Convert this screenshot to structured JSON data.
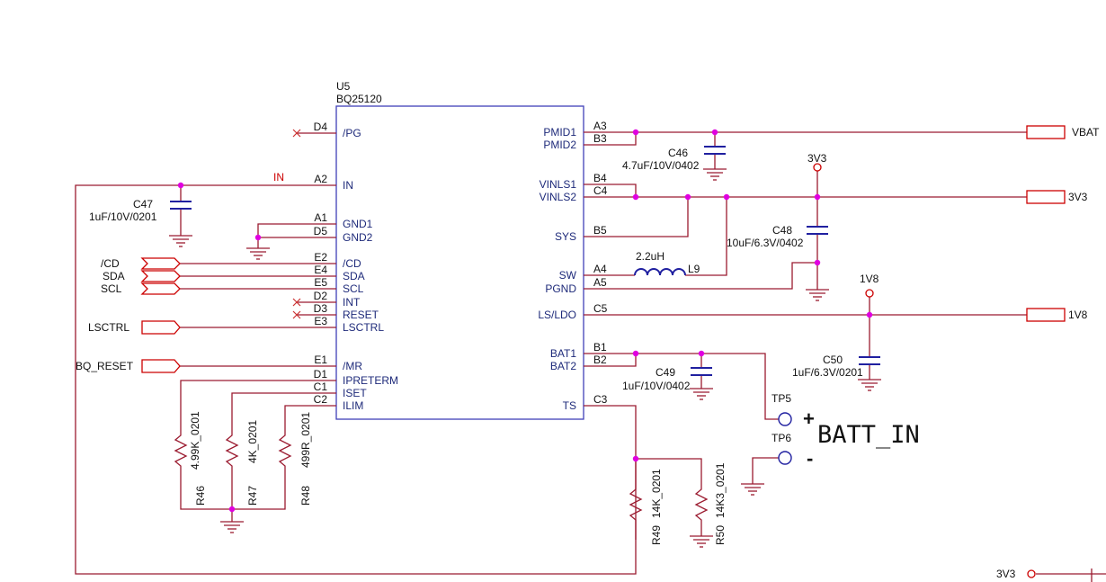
{
  "ic": {
    "ref": "U5",
    "part": "BQ25120",
    "left_pins": [
      {
        "num": "D4",
        "name": "/PG"
      },
      {
        "num": "A2",
        "name": "IN"
      },
      {
        "num": "A1",
        "name": "GND1"
      },
      {
        "num": "D5",
        "name": "GND2"
      },
      {
        "num": "E2",
        "name": "/CD"
      },
      {
        "num": "E4",
        "name": "SDA"
      },
      {
        "num": "E5",
        "name": "SCL"
      },
      {
        "num": "D2",
        "name": "INT"
      },
      {
        "num": "D3",
        "name": "RESET"
      },
      {
        "num": "E3",
        "name": "LSCTRL"
      },
      {
        "num": "E1",
        "name": "/MR"
      },
      {
        "num": "D1",
        "name": "IPRETERM"
      },
      {
        "num": "C1",
        "name": "ISET"
      },
      {
        "num": "C2",
        "name": "ILIM"
      }
    ],
    "right_pins": [
      {
        "num": "A3",
        "name": "PMID1"
      },
      {
        "num": "B3",
        "name": "PMID2"
      },
      {
        "num": "B4",
        "name": "VINLS1"
      },
      {
        "num": "C4",
        "name": "VINLS2"
      },
      {
        "num": "B5",
        "name": "SYS"
      },
      {
        "num": "A4",
        "name": "SW"
      },
      {
        "num": "A5",
        "name": "PGND"
      },
      {
        "num": "C5",
        "name": "LS/LDO"
      },
      {
        "num": "B1",
        "name": "BAT1"
      },
      {
        "num": "B2",
        "name": "BAT2"
      },
      {
        "num": "C3",
        "name": "TS"
      }
    ]
  },
  "net_in": "IN",
  "connectors": {
    "cd": "/CD",
    "sda": "SDA",
    "scl": "SCL",
    "lsctrl": "LSCTRL",
    "bq_reset": "BQ_RESET",
    "vbat": "VBAT",
    "out_3v3": "3V3",
    "out_1v8": "1V8"
  },
  "power": {
    "p3v3": "3V3",
    "p1v8": "1V8",
    "p3v3_bottom": "3V3"
  },
  "caps": {
    "c46": {
      "ref": "C46",
      "value": "4.7uF/10V/0402"
    },
    "c47": {
      "ref": "C47",
      "value": "1uF/10V/0201"
    },
    "c48": {
      "ref": "C48",
      "value": "10uF/6.3V/0402"
    },
    "c49": {
      "ref": "C49",
      "value": "1uF/10V/0402"
    },
    "c50": {
      "ref": "C50",
      "value": "1uF/6.3V/0201"
    }
  },
  "inductor": {
    "ref": "L9",
    "value": "2.2uH"
  },
  "resistors": {
    "r46": {
      "ref": "R46",
      "value": "4.99K_0201"
    },
    "r47": {
      "ref": "R47",
      "value": "4K_0201"
    },
    "r48": {
      "ref": "R48",
      "value": "499R_0201"
    },
    "r49": {
      "ref": "R49",
      "value": "14K_0201"
    },
    "r50": {
      "ref": "R50",
      "value": "14K3_0201"
    }
  },
  "testpoints": {
    "tp5": "TP5",
    "tp6": "TP6",
    "plus": "+",
    "minus": "-",
    "label": "BATT_IN"
  }
}
